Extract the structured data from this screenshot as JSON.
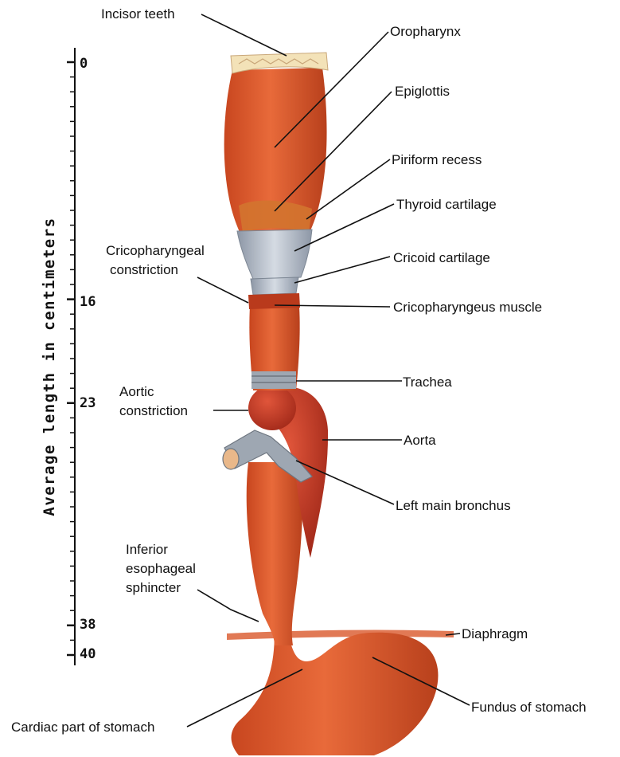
{
  "scale": {
    "title": "Average length in centimeters",
    "ticks": [
      "0",
      "16",
      "23",
      "38",
      "40"
    ]
  },
  "labels": {
    "incisor_teeth": "Incisor teeth",
    "oropharynx": "Oropharynx",
    "epiglottis": "Epiglottis",
    "piriform_recess": "Piriform recess",
    "thyroid_cartilage": "Thyroid cartilage",
    "cricoid_cartilage": "Cricoid cartilage",
    "cricopharyngeal_constriction_1": "Cricopharyngeal",
    "cricopharyngeal_constriction_2": "constriction",
    "cricopharyngeus_muscle": "Cricopharyngeus muscle",
    "trachea": "Trachea",
    "aortic_constriction_1": "Aortic",
    "aortic_constriction_2": "constriction",
    "aorta": "Aorta",
    "left_main_bronchus": "Left main bronchus",
    "inferior_sphincter_1": "Inferior",
    "inferior_sphincter_2": "esophageal",
    "inferior_sphincter_3": "sphincter",
    "diaphragm": "Diaphragm",
    "fundus": "Fundus of stomach",
    "cardiac": "Cardiac part of stomach"
  },
  "colors": {
    "muscle": "#d9582b",
    "muscle_dark": "#b63c1e",
    "aorta": "#c43a25",
    "cartilage": "#aab4c2",
    "trachea": "#9ea7b2",
    "teeth": "#f3e2b8"
  }
}
